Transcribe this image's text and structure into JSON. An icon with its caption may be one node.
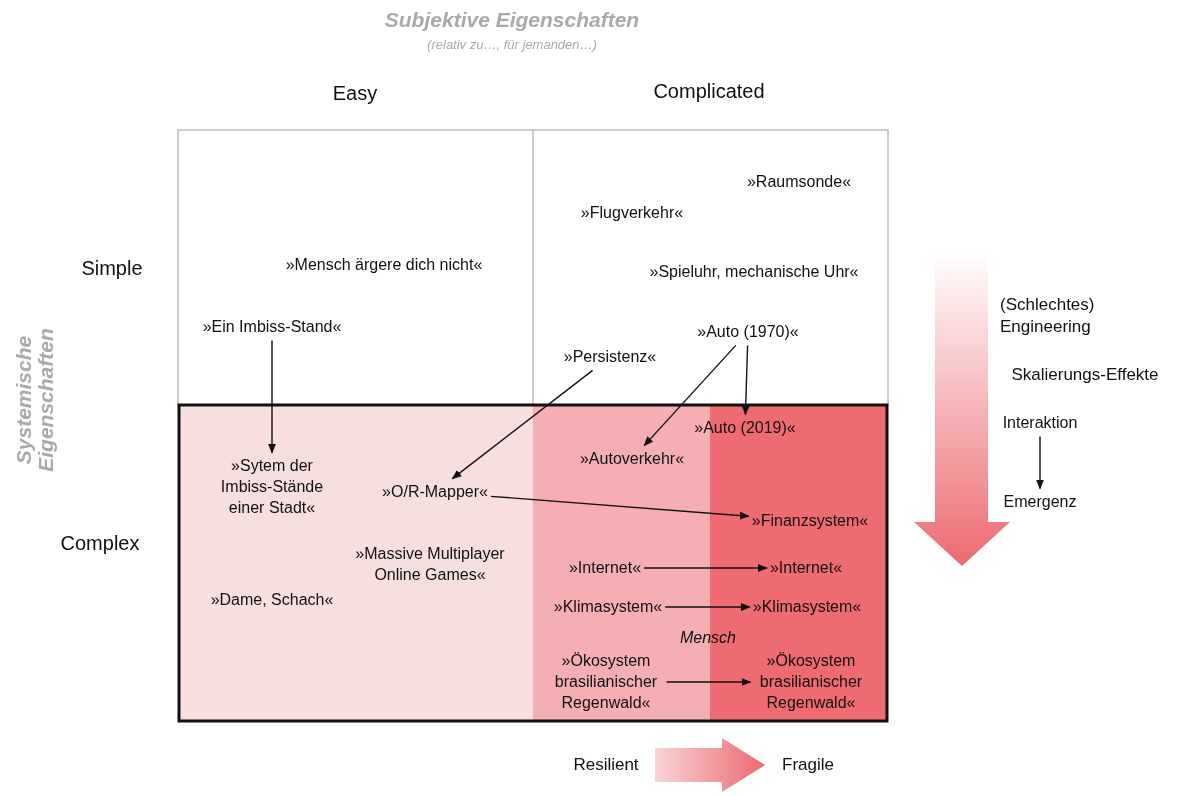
{
  "diagram": {
    "nodes": [
      {
        "text": [
          "»Raumsonde«"
        ]
      },
      {
        "text": [
          "»Flugverkehr«"
        ]
      },
      {
        "text": [
          "»Mensch ärgere dich nicht«"
        ]
      },
      {
        "text": [
          "»Spieluhr, mechanische Uhr«"
        ]
      },
      {
        "text": [
          "»Ein Imbiss-Stand«"
        ]
      },
      {
        "text": [
          "»Auto (1970)«"
        ]
      },
      {
        "text": [
          "»Persistenz«"
        ]
      },
      {
        "text": [
          "»Auto (2019)«"
        ]
      },
      {
        "text": [
          "»Autoverkehr«"
        ]
      },
      {
        "text": [
          "»Sytem der Imbiss-Stände einer Stadt«"
        ]
      },
      {
        "text": [
          "»O/R-Mapper«"
        ]
      },
      {
        "text": [
          "»Finanzsystem«"
        ]
      },
      {
        "text": [
          "»Massive Multiplayer Online Games«"
        ]
      },
      {
        "text": [
          "»Internet«"
        ]
      },
      {
        "text": [
          "»Internet«"
        ]
      },
      {
        "text": [
          "»Dame, Schach«"
        ]
      },
      {
        "text": [
          "»Klimasystem«"
        ]
      },
      {
        "text": [
          "»Klimasystem«"
        ]
      },
      {
        "text": [
          "»Ökosystem brasilianischer Regenwald«"
        ]
      },
      {
        "text": [
          "»Ökosystem brasilianischer Regenwald«"
        ]
      },
      {
        "text": [
          "Interaktion"
        ]
      },
      {
        "text": [
          "Emergenz"
        ]
      }
    ],
    "edges": [
      {
        "from": 4,
        "to": 9,
        "arrow": "to"
      },
      {
        "from": 6,
        "to": 10,
        "arrow": "to"
      },
      {
        "from": 5,
        "to": 8,
        "arrow": "to"
      },
      {
        "from": 5,
        "to": 7,
        "arrow": "to"
      },
      {
        "from": 10,
        "to": 11,
        "arrow": "to"
      },
      {
        "from": 13,
        "to": 14,
        "arrow": "to"
      },
      {
        "from": 16,
        "to": 17,
        "arrow": "to"
      },
      {
        "from": 18,
        "to": 19,
        "arrow": "to"
      },
      {
        "from": 20,
        "to": 21,
        "arrow": "to"
      }
    ],
    "labels": [
      "Subjektive Eigenschaften",
      "(relativ zu…, für jemanden…)",
      "Easy",
      "Complicated",
      "Simple",
      "(Schlechtes) Engineering",
      "Skalierungs-Effekte",
      "Systemische Eigenschaften",
      "Complex",
      "Mensch",
      "Resilient",
      "Fragile"
    ]
  }
}
